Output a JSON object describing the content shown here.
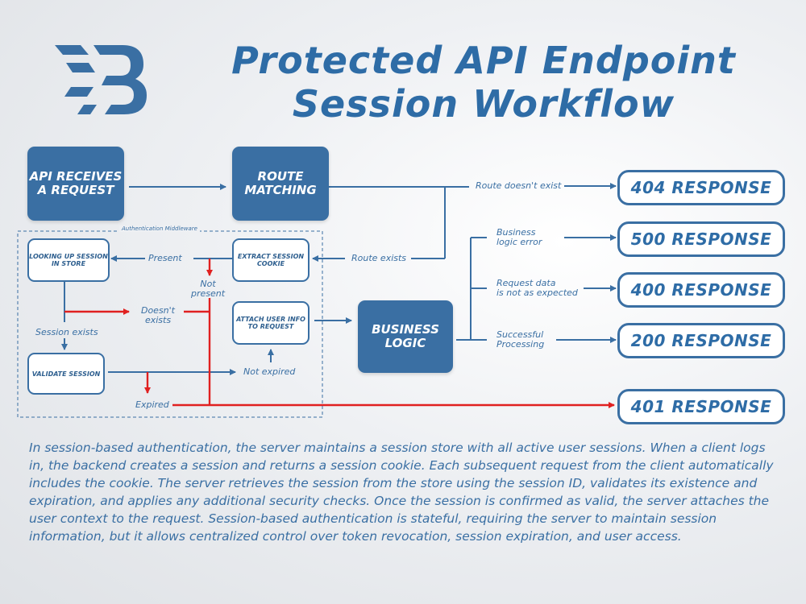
{
  "header": {
    "title_line1": "Protected API Endpoint",
    "title_line2": "Session Workflow"
  },
  "logo": {
    "icon": "stylized-b-logo",
    "color": "#3a6fa3"
  },
  "colors": {
    "primary": "#3a6fa3",
    "error_line": "#e02020",
    "text": "#2e6ca6"
  },
  "nodes": {
    "api_receives": "API receives a request",
    "route_matching": "Route matching",
    "business_logic": "Business logic",
    "looking_up": "Looking up session in store",
    "extract_cookie": "Extract session cookie",
    "attach_user": "Attach user info to request",
    "validate_session": "Validate session"
  },
  "middleware_label": "Authentication Middleware",
  "responses": {
    "r404": "404 RESPONSE",
    "r500": "500 RESPONSE",
    "r400": "400 RESPONSE",
    "r200": "200 RESPONSE",
    "r401": "401 RESPONSE"
  },
  "edge_labels": {
    "route_not_exist": "Route doesn't exist",
    "route_exists": "Route exists",
    "present": "Present",
    "not_present_1": "Not",
    "not_present_2": "present",
    "doesnt_exist_1": "Doesn't",
    "doesnt_exist_2": "exists",
    "session_exists": "Session exists",
    "not_expired": "Not expired",
    "expired": "Expired",
    "business_error_1": "Business",
    "business_error_2": "logic error",
    "request_data_1": "Request data",
    "request_data_2": "is not as expected",
    "successful_1": "Successful",
    "successful_2": "Processing"
  },
  "description": "In session-based authentication, the server maintains a session store with all active user sessions. When a client logs in, the backend creates a session and returns a session cookie. Each subsequent request from the client automatically includes the cookie. The server retrieves the session from the store using the session ID, validates its existence and expiration, and applies any additional security checks. Once the session is confirmed as valid, the server attaches the user context to the request. Session-based authentication is stateful, requiring the server to maintain session information, but it allows centralized control over token revocation, session expiration, and user access."
}
